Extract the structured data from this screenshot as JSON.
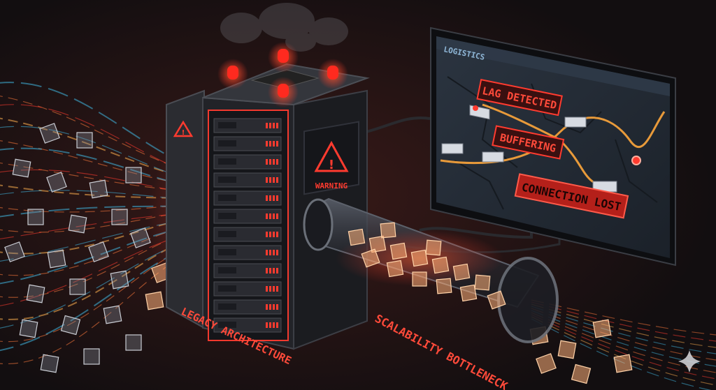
{
  "monitor": {
    "title": "LOGISTICS",
    "alerts": {
      "lag": "LAG DETECTED",
      "buffering": "BUFFERING",
      "connection": "CONNECTION LOST"
    }
  },
  "server": {
    "warning_label": "WARNING",
    "caption": "LEGACY ARCHITECTURE"
  },
  "pipe": {
    "caption": "SCALABILITY BOTTLENECK"
  },
  "colors": {
    "background": "#141012",
    "alert_red": "#ff3b2f",
    "glow_orange": "#ff7a3c",
    "stream_cyan": "#3fb6e0"
  },
  "icons": {
    "server_warning": "warning-triangle-icon",
    "watermark": "sparkle-icon"
  }
}
